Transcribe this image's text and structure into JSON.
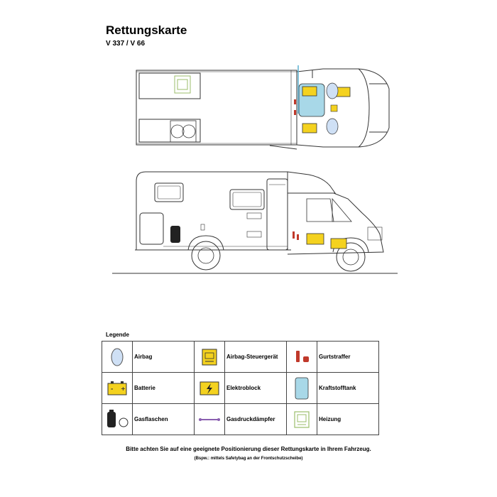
{
  "header": {
    "title": "Rettungskarte",
    "subtitle": "V 337 / V 66"
  },
  "legend": {
    "heading": "Legende",
    "rows": [
      [
        {
          "icon": "airbag-icon",
          "label": "Airbag"
        },
        {
          "icon": "airbag-control-unit-icon",
          "label": "Airbag-Steuergerät"
        },
        {
          "icon": "belt-tensioner-icon",
          "label": "Gurtstraffer"
        }
      ],
      [
        {
          "icon": "battery-icon",
          "label": "Batterie"
        },
        {
          "icon": "electrical-block-icon",
          "label": "Elektroblock"
        },
        {
          "icon": "fuel-tank-icon",
          "label": "Kraftstofftank"
        }
      ],
      [
        {
          "icon": "gas-bottle-icon",
          "label": "Gasflaschen"
        },
        {
          "icon": "gas-spring-icon",
          "label": "Gasdruckdämpfer"
        },
        {
          "icon": "heater-icon",
          "label": "Heizung"
        }
      ]
    ]
  },
  "footer": {
    "note": "Bitte achten Sie auf eine geeignete Positionierung dieser Rettungskarte in Ihrem Fahrzeug.",
    "subnote": "(Bspw.: mittels Safetybag an der Frontschutzscheibe)"
  },
  "colors": {
    "line": "#333333",
    "battery_yellow": "#f4d21f",
    "tank_blue": "#a8d8e8",
    "airbag_blue": "#cfe0f5",
    "belt_red": "#c0392b",
    "heater_green": "#9bbd6b",
    "gas_spring_purple": "#8a5fb0"
  }
}
